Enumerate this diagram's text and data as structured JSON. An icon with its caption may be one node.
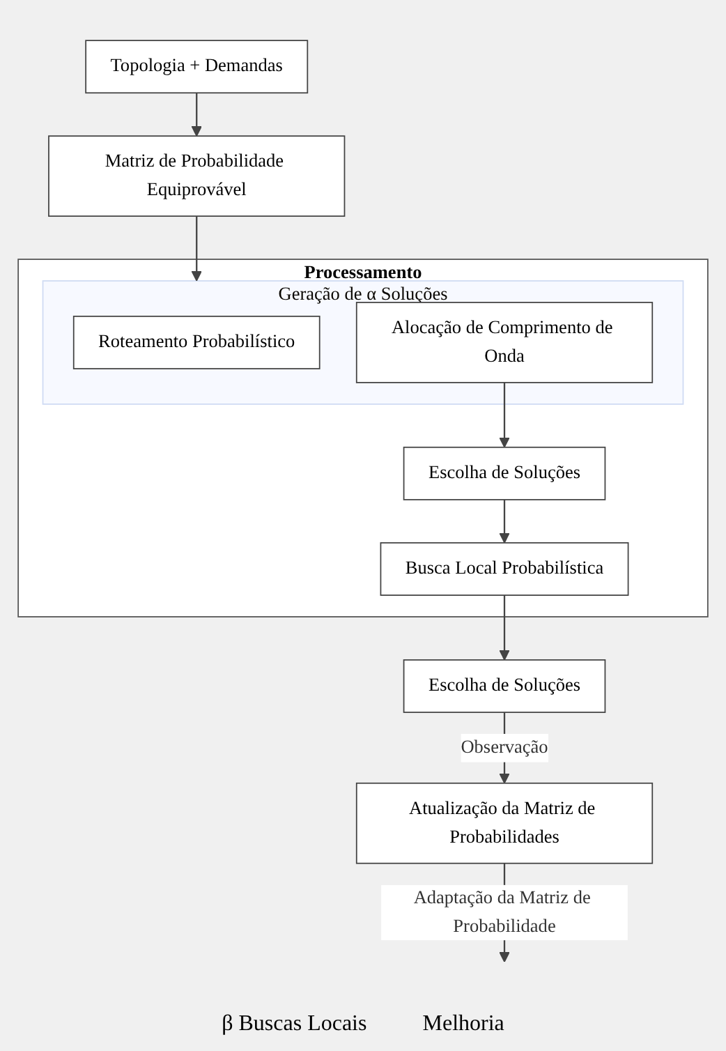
{
  "diagram": {
    "nodes": [
      {
        "text": [
          "Topologia + Demandas"
        ]
      },
      {
        "text": [
          "Matriz de Probabilidade Equiprovável"
        ]
      },
      {
        "text": [
          "Processamento"
        ]
      },
      {
        "text": [
          "Geração de α Soluções"
        ],
        "in": 2
      },
      {
        "text": [
          "Roteamento Probabilístico"
        ],
        "in": 3
      },
      {
        "text": [
          "Alocação de Comprimento de Onda"
        ],
        "in": 3
      },
      {
        "text": [
          "Escolha de Soluções"
        ],
        "in": 2
      },
      {
        "text": [
          "Busca Local Probabilística"
        ],
        "in": 2
      },
      {
        "text": [
          "Escolha de Soluções"
        ]
      },
      {
        "text": [
          "Atualização da Matriz de Probabilidades"
        ]
      }
    ],
    "edges": [
      {
        "from": 0,
        "to": 1,
        "arrow": "to"
      },
      {
        "from": 1,
        "to": 3,
        "arrow": "to"
      },
      {
        "from": 5,
        "to": 6,
        "arrow": "to"
      },
      {
        "from": 6,
        "to": 7,
        "arrow": "to"
      },
      {
        "from": 7,
        "to": 8,
        "arrow": "to"
      },
      {
        "from": 8,
        "to": 9,
        "arrow": "to",
        "label": "Observação"
      },
      {
        "from": 9,
        "to": null,
        "arrow": "to",
        "label": "Adaptação da Matriz de Probabilidade"
      }
    ],
    "labels": [
      "β Buscas Locais",
      "Melhoria"
    ]
  }
}
